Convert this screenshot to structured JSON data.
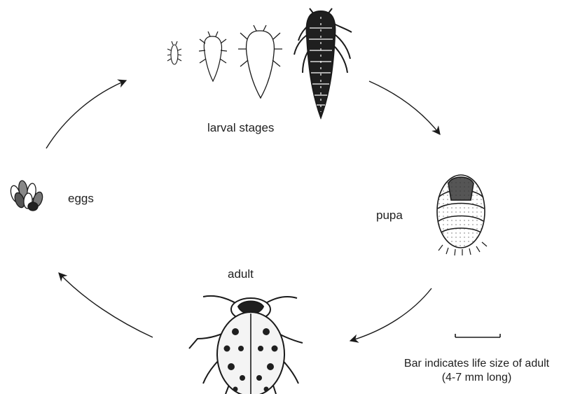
{
  "labels": {
    "larval_stages": "larval stages",
    "eggs": "eggs",
    "pupa": "pupa",
    "adult": "adult"
  },
  "scale_note": {
    "line1": "Bar indicates life size of adult",
    "line2": "(4-7 mm long)"
  },
  "colors": {
    "ink": "#1a1a1a",
    "background": "#ffffff"
  }
}
